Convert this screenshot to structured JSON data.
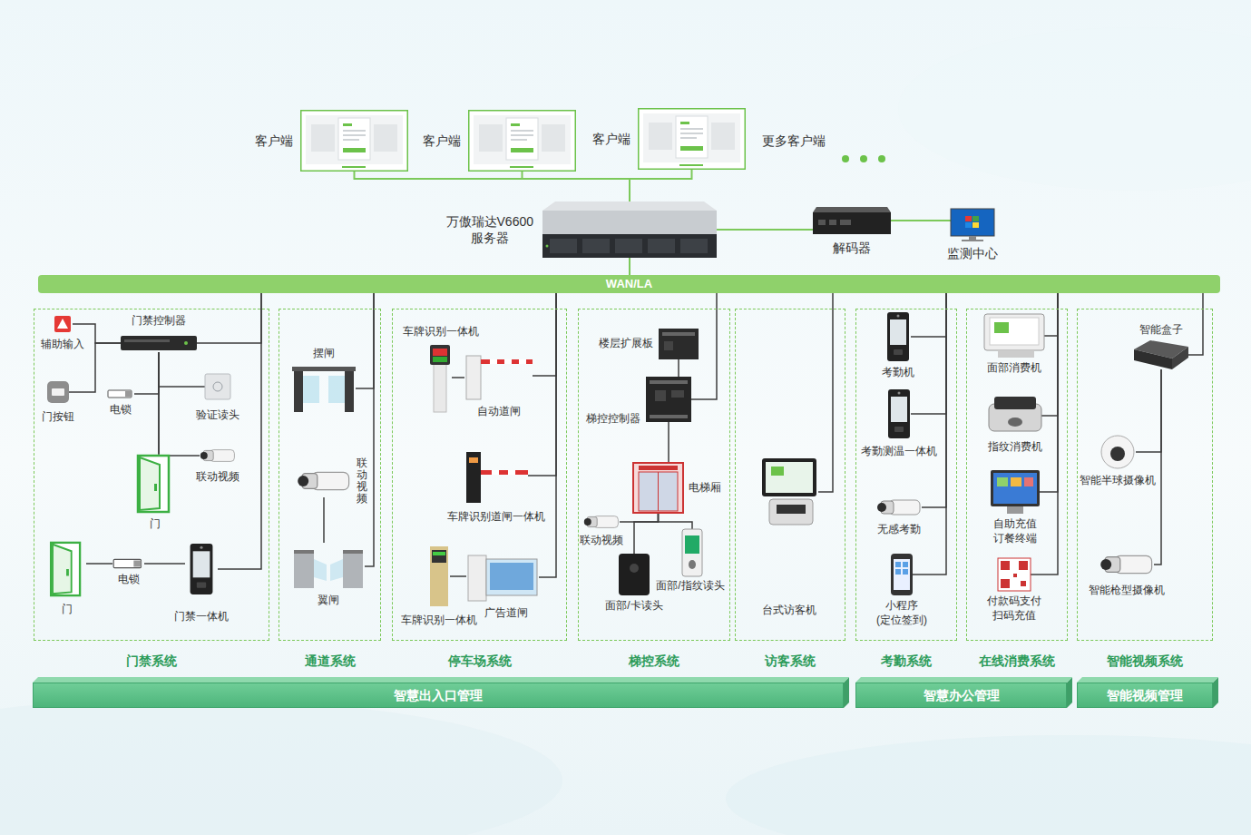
{
  "diagram": {
    "nodes": [
      {
        "text": [
          "客户端"
        ]
      },
      {
        "text": [
          "客户端"
        ]
      },
      {
        "text": [
          "客户端"
        ]
      },
      {
        "text": [
          "万傲瑞达V6600 服务器"
        ]
      },
      {
        "text": [
          "解码器"
        ]
      },
      {
        "text": [
          "监测中心"
        ]
      },
      {
        "text": [
          "WAN/LA"
        ]
      },
      {
        "text": [
          "门禁系统"
        ]
      },
      {
        "text": [
          "辅助输入"
        ],
        "in": 7
      },
      {
        "text": [
          "门按钮"
        ],
        "in": 7
      },
      {
        "text": [
          "门禁控制器"
        ],
        "in": 7
      },
      {
        "text": [
          "电锁"
        ],
        "in": 7
      },
      {
        "text": [
          "验证读头"
        ],
        "in": 7
      },
      {
        "text": [
          "联动视频"
        ],
        "in": 7
      },
      {
        "text": [
          "门"
        ],
        "in": 7
      },
      {
        "text": [
          "门"
        ],
        "in": 7
      },
      {
        "text": [
          "电锁"
        ],
        "in": 7
      },
      {
        "text": [
          "门禁一体机"
        ],
        "in": 7
      },
      {
        "text": [
          "通道系统"
        ]
      },
      {
        "text": [
          "摆闸"
        ],
        "in": 18
      },
      {
        "text": [
          "联动视频"
        ],
        "in": 18
      },
      {
        "text": [
          "翼闸"
        ],
        "in": 18
      },
      {
        "text": [
          "停车场系统"
        ]
      },
      {
        "text": [
          "车牌识别一体机"
        ],
        "in": 22
      },
      {
        "text": [
          "自动道闸"
        ],
        "in": 22
      },
      {
        "text": [
          "车牌识别道闸一体机"
        ],
        "in": 22
      },
      {
        "text": [
          "车牌识别一体机"
        ],
        "in": 22
      },
      {
        "text": [
          "广告道闸"
        ],
        "in": 22
      },
      {
        "text": [
          "梯控系统"
        ]
      },
      {
        "text": [
          "楼层扩展板"
        ],
        "in": 28
      },
      {
        "text": [
          "梯控控制器"
        ],
        "in": 28
      },
      {
        "text": [
          "电梯厢"
        ],
        "in": 28
      },
      {
        "text": [
          "联动视频"
        ],
        "in": 28
      },
      {
        "text": [
          "面部/卡读头"
        ],
        "in": 28
      },
      {
        "text": [
          "面部/指纹读头"
        ],
        "in": 28
      },
      {
        "text": [
          "访客系统"
        ]
      },
      {
        "text": [
          "台式访客机"
        ],
        "in": 35
      },
      {
        "text": [
          "考勤系统"
        ]
      },
      {
        "text": [
          "考勤机"
        ],
        "in": 37
      },
      {
        "text": [
          "考勤测温一体机"
        ],
        "in": 37
      },
      {
        "text": [
          "无感考勤"
        ],
        "in": 37
      },
      {
        "text": [
          "小程序 (定位签到)"
        ],
        "in": 37
      },
      {
        "text": [
          "在线消费系统"
        ]
      },
      {
        "text": [
          "面部消费机"
        ],
        "in": 42
      },
      {
        "text": [
          "指纹消费机"
        ],
        "in": 42
      },
      {
        "text": [
          "自助充值 订餐终端"
        ],
        "in": 42
      },
      {
        "text": [
          "付款码支付 扫码充值"
        ],
        "in": 42
      },
      {
        "text": [
          "智能视频系统"
        ]
      },
      {
        "text": [
          "智能盒子"
        ],
        "in": 47
      },
      {
        "text": [
          "智能半球摄像机"
        ],
        "in": 47
      },
      {
        "text": [
          "智能枪型摄像机"
        ],
        "in": 47
      },
      {
        "text": [
          "智慧出入口管理"
        ]
      },
      {
        "text": [
          "智慧办公管理"
        ]
      },
      {
        "text": [
          "智能视频管理"
        ]
      }
    ],
    "edges": [
      {
        "from": 0,
        "to": 3,
        "arrow": "none"
      },
      {
        "from": 1,
        "to": 3,
        "arrow": "none"
      },
      {
        "from": 2,
        "to": 3,
        "arrow": "none"
      },
      {
        "from": 3,
        "to": 4,
        "arrow": "none"
      },
      {
        "from": 4,
        "to": 5,
        "arrow": "none"
      },
      {
        "from": 3,
        "to": 6,
        "arrow": "none"
      },
      {
        "from": 8,
        "to": 10,
        "arrow": "none"
      },
      {
        "from": 9,
        "to": 10,
        "arrow": "none"
      },
      {
        "from": 10,
        "to": 6,
        "arrow": "none"
      },
      {
        "from": 10,
        "to": 11,
        "arrow": "none"
      },
      {
        "from": 10,
        "to": 12,
        "arrow": "none"
      },
      {
        "from": 10,
        "to": 13,
        "arrow": "none"
      },
      {
        "from": 10,
        "to": 14,
        "arrow": "none"
      },
      {
        "from": 16,
        "to": 15,
        "arrow": "none"
      },
      {
        "from": 16,
        "to": 17,
        "arrow": "none"
      },
      {
        "from": 17,
        "to": 6,
        "arrow": "none"
      },
      {
        "from": 19,
        "to": 6,
        "arrow": "none"
      },
      {
        "from": 20,
        "to": 21,
        "arrow": "none"
      },
      {
        "from": 21,
        "to": 6,
        "arrow": "none"
      },
      {
        "from": 23,
        "to": 24,
        "arrow": "none"
      },
      {
        "from": 24,
        "to": 6,
        "arrow": "none"
      },
      {
        "from": 25,
        "to": 6,
        "arrow": "none"
      },
      {
        "from": 26,
        "to": 27,
        "arrow": "none"
      },
      {
        "from": 27,
        "to": 6,
        "arrow": "none"
      },
      {
        "from": 29,
        "to": 30,
        "arrow": "none"
      },
      {
        "from": 30,
        "to": 6,
        "arrow": "none"
      },
      {
        "from": 30,
        "to": 31,
        "arrow": "none"
      },
      {
        "from": 31,
        "to": 32,
        "arrow": "none"
      },
      {
        "from": 31,
        "to": 33,
        "arrow": "none"
      },
      {
        "from": 31,
        "to": 34,
        "arrow": "none"
      },
      {
        "from": 36,
        "to": 6,
        "arrow": "none"
      },
      {
        "from": 38,
        "to": 6,
        "arrow": "none"
      },
      {
        "from": 39,
        "to": 6,
        "arrow": "none"
      },
      {
        "from": 40,
        "to": 6,
        "arrow": "none"
      },
      {
        "from": 41,
        "to": 6,
        "arrow": "none"
      },
      {
        "from": 43,
        "to": 6,
        "arrow": "none"
      },
      {
        "from": 44,
        "to": 6,
        "arrow": "none"
      },
      {
        "from": 45,
        "to": 6,
        "arrow": "none"
      },
      {
        "from": 46,
        "to": 6,
        "arrow": "none"
      },
      {
        "from": 48,
        "to": 6,
        "arrow": "none"
      },
      {
        "from": 48,
        "to": 49,
        "arrow": "none"
      },
      {
        "from": 48,
        "to": 50,
        "arrow": "none"
      }
    ],
    "labels": [
      "更多客户端"
    ]
  }
}
